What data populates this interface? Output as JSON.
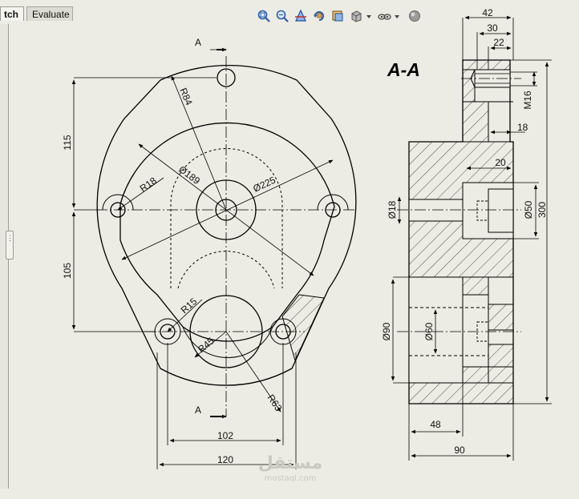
{
  "tabs": [
    {
      "label": "tch"
    },
    {
      "label": "Evaluate"
    }
  ],
  "toolbar_icons": [
    "zoom-to-fit-icon",
    "zoom-to-area-icon",
    "section-view-icon",
    "rotate-view-icon",
    "view-orientation-icon",
    "display-style-icon",
    "hide-show-items-icon",
    "edit-appearance-icon"
  ],
  "section_view": {
    "title": "A-A",
    "cut_label_top": "A",
    "cut_label_bottom": "A"
  },
  "front_view_dims": {
    "height_top": "115",
    "height_bottom": "105",
    "width_holes": "102",
    "width_overall": "120",
    "r84": "R84",
    "d189": "Ø189",
    "d225": "Ø225",
    "r18": "R18",
    "r15": "R15",
    "r45": "R45",
    "r63": "R63"
  },
  "section_view_dims": {
    "w42": "42",
    "w30": "30",
    "w22": "22",
    "thread": "M16",
    "w18": "18",
    "w20": "20",
    "d18": "Ø18",
    "d50": "Ø50",
    "h300": "300",
    "d90": "Ø90",
    "d60": "Ø60",
    "w48": "48",
    "w90": "90"
  },
  "watermark": {
    "arabic": "مستقل",
    "url": "mostaql.com"
  }
}
